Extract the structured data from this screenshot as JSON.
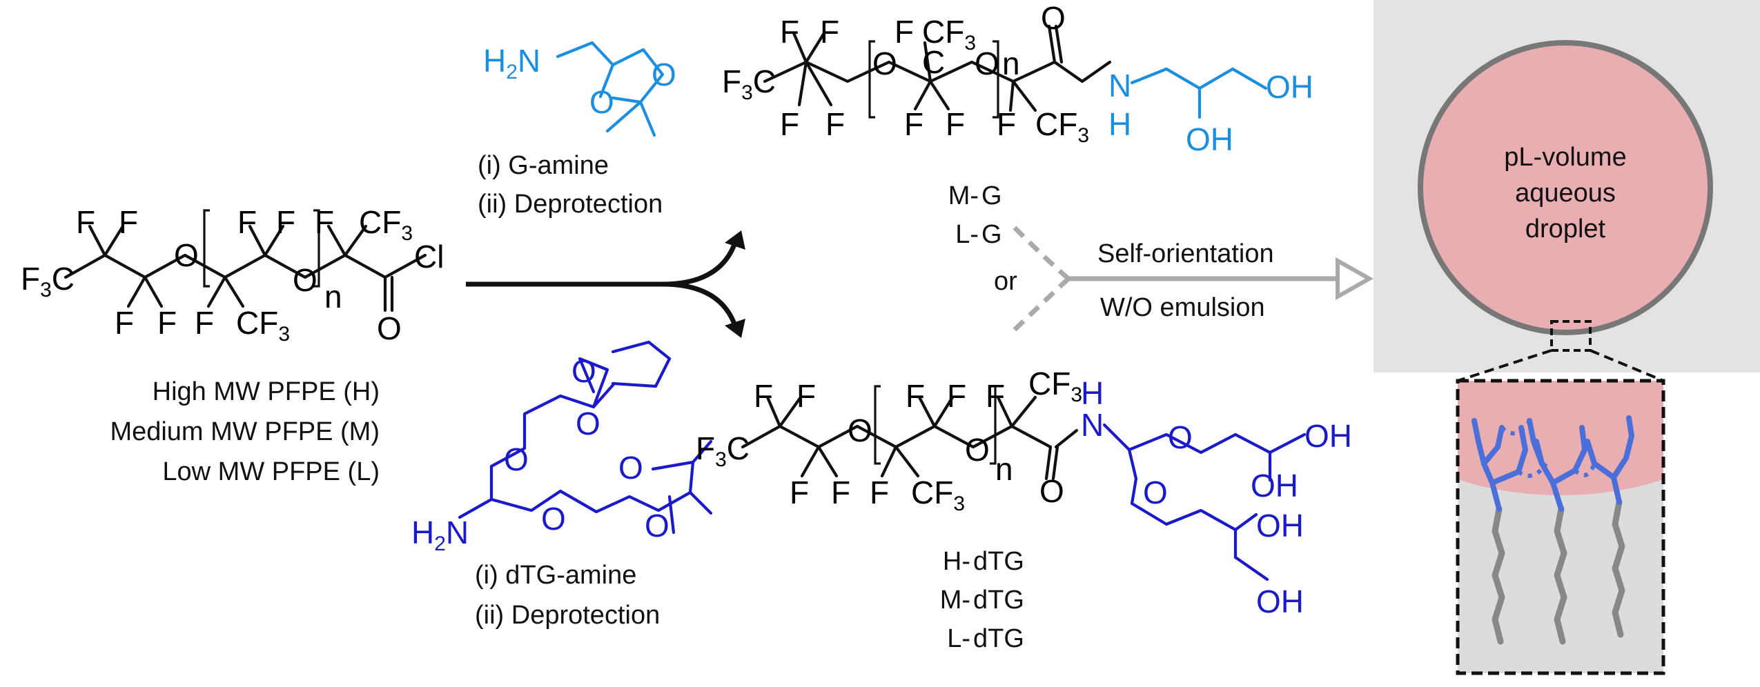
{
  "colors": {
    "black": "#111111",
    "glycerol_blue": "#1a8fe0",
    "dtg_blue": "#1a1acc",
    "or_red": "#dd1111",
    "gray": "#aaaaaa",
    "droplet": "#e8aeb1",
    "panel": "#e3e3e3"
  },
  "starting_material": {
    "labels": [
      "High MW PFPE (H)",
      "Medium MW PFPE (M)",
      "Low MW PFPE (L)"
    ]
  },
  "top_route": {
    "step1": "(i) G-amine",
    "step2": "(ii) Deprotection",
    "products": [
      {
        "prefix": "M-",
        "suffix": "G"
      },
      {
        "prefix": "L-",
        "suffix": "G"
      }
    ]
  },
  "bottom_route": {
    "step1": "(i) dTG-amine",
    "step2": "(ii) Deprotection",
    "products": [
      {
        "prefix": "H-",
        "suffix": "dTG"
      },
      {
        "prefix": "M-",
        "suffix": "dTG"
      },
      {
        "prefix": "L-",
        "suffix": "dTG"
      }
    ]
  },
  "merge": {
    "or": "or",
    "arrow_top": "Self-orientation",
    "arrow_bottom": "W/O emulsion"
  },
  "droplet": {
    "line1": "pL-volume",
    "line2": "aqueous",
    "line3": "droplet"
  },
  "atoms": {
    "F": "F",
    "O": "O",
    "C": "C",
    "N": "N",
    "H": "H",
    "Cl": "Cl",
    "OH": "OH",
    "n": "n",
    "CF": "CF",
    "F3": "F",
    "C_tail": "C",
    "three": "3",
    "two": "2"
  }
}
